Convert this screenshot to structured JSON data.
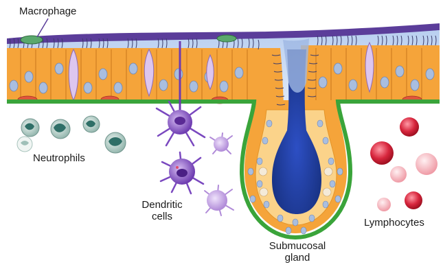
{
  "labels": {
    "macrophage": "Macrophage",
    "neutrophils": "Neutrophils",
    "dendritic_line1": "Dendritic",
    "dendritic_line2": "cells",
    "submucosal_line1": "Submucosal",
    "submucosal_line2": "gland",
    "lymphocytes": "Lymphocytes"
  },
  "colors": {
    "surface_purple": "#5b3d9a",
    "mucus_blue": "#c6d9f2",
    "epithelium_orange": "#f29a2e",
    "epithelium_light": "#fbd38a",
    "basement_green": "#3aa43a",
    "nucleus_blue": "#a9bedf",
    "gland_lumen": "#1e3aa0",
    "dendritic_purple": "#8a55c9",
    "lymphocyte_red": "#d7263d",
    "lymphocyte_pink": "#f2a0a8",
    "neutrophil_teal": "#2f6f67",
    "macrophage_green": "#5aa86c"
  }
}
